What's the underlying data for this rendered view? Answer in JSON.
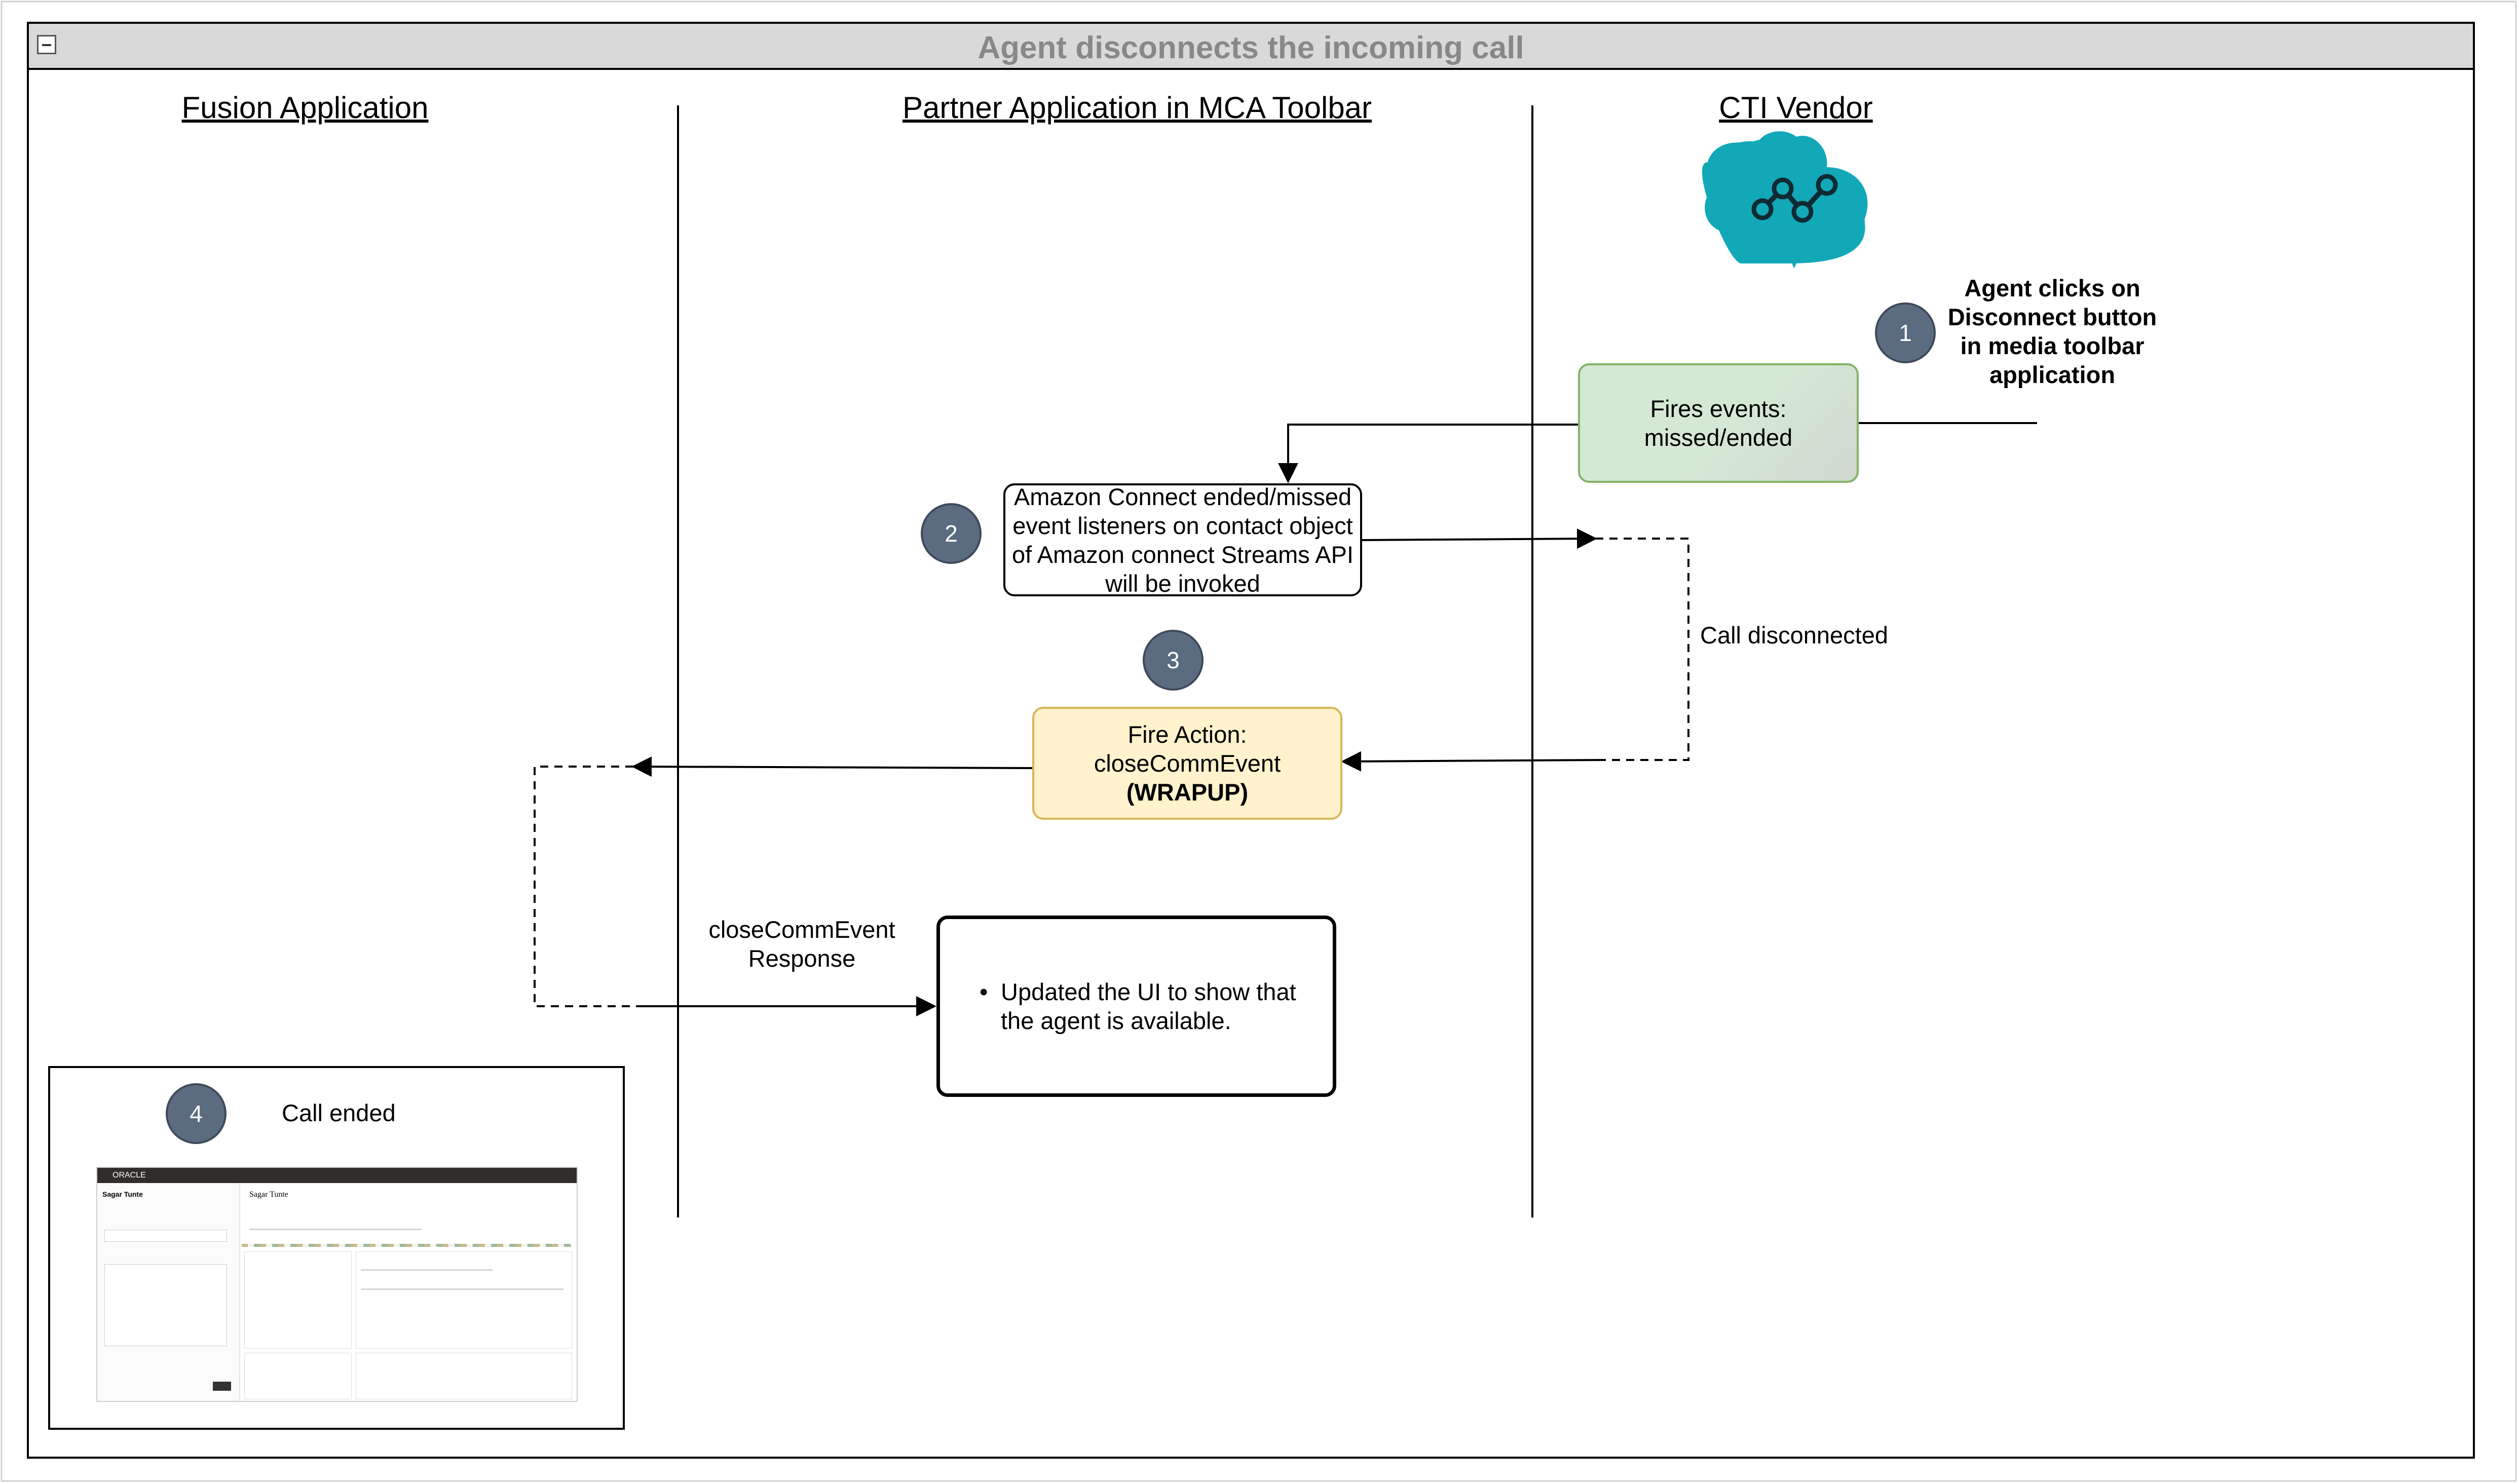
{
  "diagram": {
    "title": "Agent disconnects the incoming call",
    "lanes": {
      "fusion": "Fusion Application",
      "partner": "Partner Application in MCA Toolbar",
      "cti": "CTI Vendor"
    },
    "cti_icon": "cloud-network-icon",
    "colors": {
      "badge": "#5b6b80",
      "fires_box_fill": "#d5e8d4",
      "fires_box_stroke": "#82b366",
      "action_box_fill": "#fff2cc",
      "action_box_stroke": "#d6b656",
      "cloud": "#12a8b8",
      "title_bar": "#d9d9d9"
    },
    "step1": {
      "badge": "1",
      "text": [
        "Agent clicks on",
        "Disconnect button",
        "in media toolbar",
        "application"
      ]
    },
    "fires_events": {
      "line1": "Fires events:",
      "line2": "missed/ended"
    },
    "step2": {
      "badge": "2",
      "text": [
        "Amazon Connect ended/missed",
        "event listeners on contact object",
        "of Amazon connect Streams API",
        "will be invoked"
      ]
    },
    "call_disconnected": "Call disconnected",
    "step3": {
      "badge": "3",
      "line1": "Fire Action:",
      "line2": "closeCommEvent",
      "line3": "(WRAPUP)"
    },
    "response_label": {
      "line1": "closeCommEvent",
      "line2": "Response"
    },
    "updated_ui": {
      "bullet": "Updated the UI to show that",
      "bullet_cont": "the agent is available."
    },
    "step4": {
      "badge": "4",
      "text": "Call ended"
    },
    "screenshot": {
      "brand": "ORACLE",
      "contact_name": "Sagar Tunte"
    }
  }
}
